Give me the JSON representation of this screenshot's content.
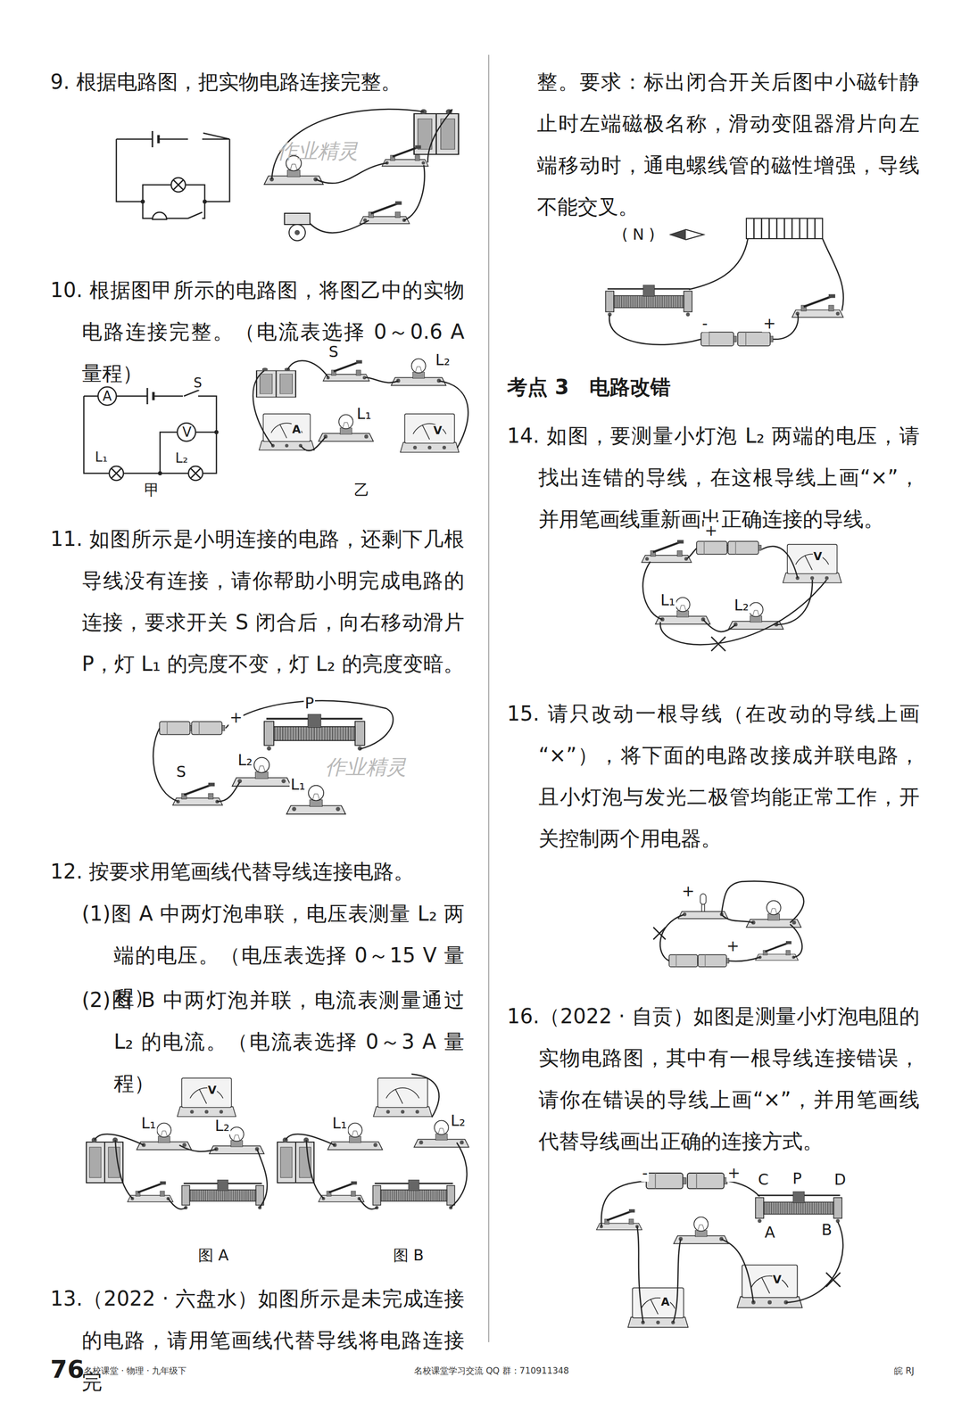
{
  "diagram": {
    "labels": [
      "9. 根据电路图，把实物电路连接完整。",
      "作业精灵",
      "10. 根据图甲所示的电路图，将图乙中的实物电路连接完整。（电流表选择 0～0.6 A 量程）",
      "A",
      "S",
      "V",
      "L₁",
      "L₂",
      "甲",
      "S",
      "L₂",
      "A",
      "L₁",
      "V",
      "乙",
      "11. 如图所示是小明连接的电路，还剩下几根导线没有连接，请你帮助小明完成电路的连接，要求开关 S 闭合后，向右移动滑片 P，灯 L₁ 的亮度不变，灯 L₂ 的亮度变暗。",
      "+",
      "P",
      "L₂",
      "L₁",
      "S",
      "作业精灵",
      "12. 按要求用笔画线代替导线连接电路。",
      "(1)图 A 中两灯泡串联，电压表测量 L₂ 两端的电压。（电压表选择 0～15 V 量程）",
      "(2)图 B 中两灯泡并联，电流表测量通过 L₂ 的电流。（电流表选择 0～3 A 量程）",
      "L₁",
      "L₂",
      "V",
      "L₁",
      "L₂",
      "图 A",
      "图 B",
      "13.（2022 · 六盘水）如图所示是未完成连接的电路，请用笔画线代替导线将电路连接完",
      "整。要求：标出闭合开关后图中小磁针静止时左端磁极名称，滑动变阻器滑片向左端移动时，通电螺线管的磁性增强，导线不能交叉。",
      "( N )",
      "-",
      "+",
      "考点 3　电路改错",
      "14. 如图，要测量小灯泡 L₂ 两端的电压，请找出连错的导线，在这根导线上画“×”，并用笔画线重新画出正确连接的导线。",
      "+",
      "V",
      "L₁",
      "L₂",
      "15. 请只改动一根导线（在改动的导线上画“×”），将下面的电路改接成并联电路，且小灯泡与发光二极管均能正常工作，开关控制两个用电器。",
      "+",
      "+",
      "16.（2022 · 自贡）如图是测量小灯泡电阻的实物电路图，其中有一根导线连接错误，请你在错误的导线上画“×”，并用笔画线代替导线画出正确的连接方式。",
      "-",
      "+",
      "C",
      "P",
      "D",
      "A",
      "B",
      "A",
      "V",
      "76",
      "名校课堂 · 物理 · 九年级下",
      "名校课堂学习交流 QQ 群：710911348",
      "皖 RJ"
    ]
  }
}
